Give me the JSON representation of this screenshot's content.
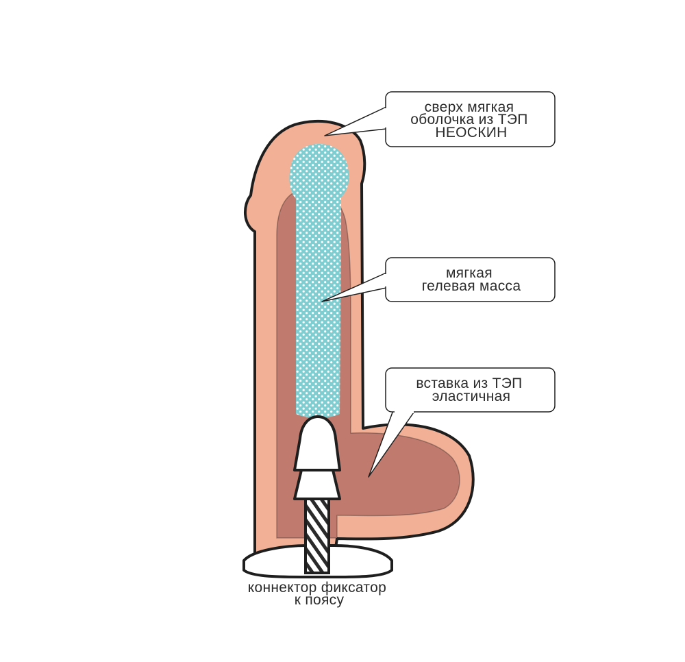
{
  "callouts": {
    "outer_shell": {
      "lines": [
        "сверх мягкая",
        "оболочка из ТЭП",
        "НЕОСКИН"
      ]
    },
    "gel_core": {
      "lines": [
        "мягкая",
        "гелевая масса"
      ]
    },
    "inner_insert": {
      "lines": [
        "вставка из ТЭП",
        "эластичная"
      ]
    },
    "connector": {
      "lines": [
        "коннектор фиксатор",
        "к поясу"
      ]
    }
  },
  "colors": {
    "outline": "#1e1e1e",
    "outer_shell": "#f2b197",
    "inner_insert": "#c17a6e",
    "gel_core": "#7fcdd0",
    "gel_dots": "#ffffff",
    "connector_fill": "#ffffff"
  }
}
